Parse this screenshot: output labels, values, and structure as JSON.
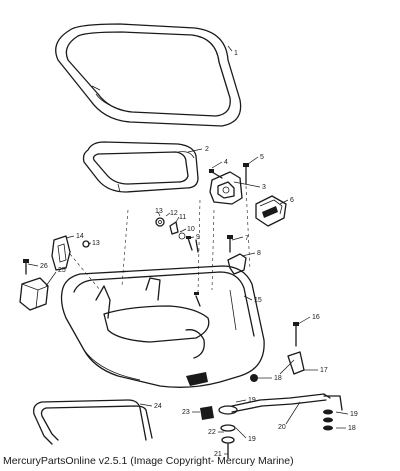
{
  "caption": "MercuryPartsOnline v2.5.1 (Image Copyright- Mercury Marine)",
  "callouts": [
    "1",
    "2",
    "3",
    "4",
    "5",
    "6",
    "7",
    "8",
    "9",
    "10",
    "11",
    "12",
    "13",
    "13",
    "14",
    "15",
    "16",
    "17",
    "18",
    "18",
    "19",
    "19",
    "19",
    "20",
    "21",
    "22",
    "23",
    "24",
    "25",
    "26"
  ]
}
